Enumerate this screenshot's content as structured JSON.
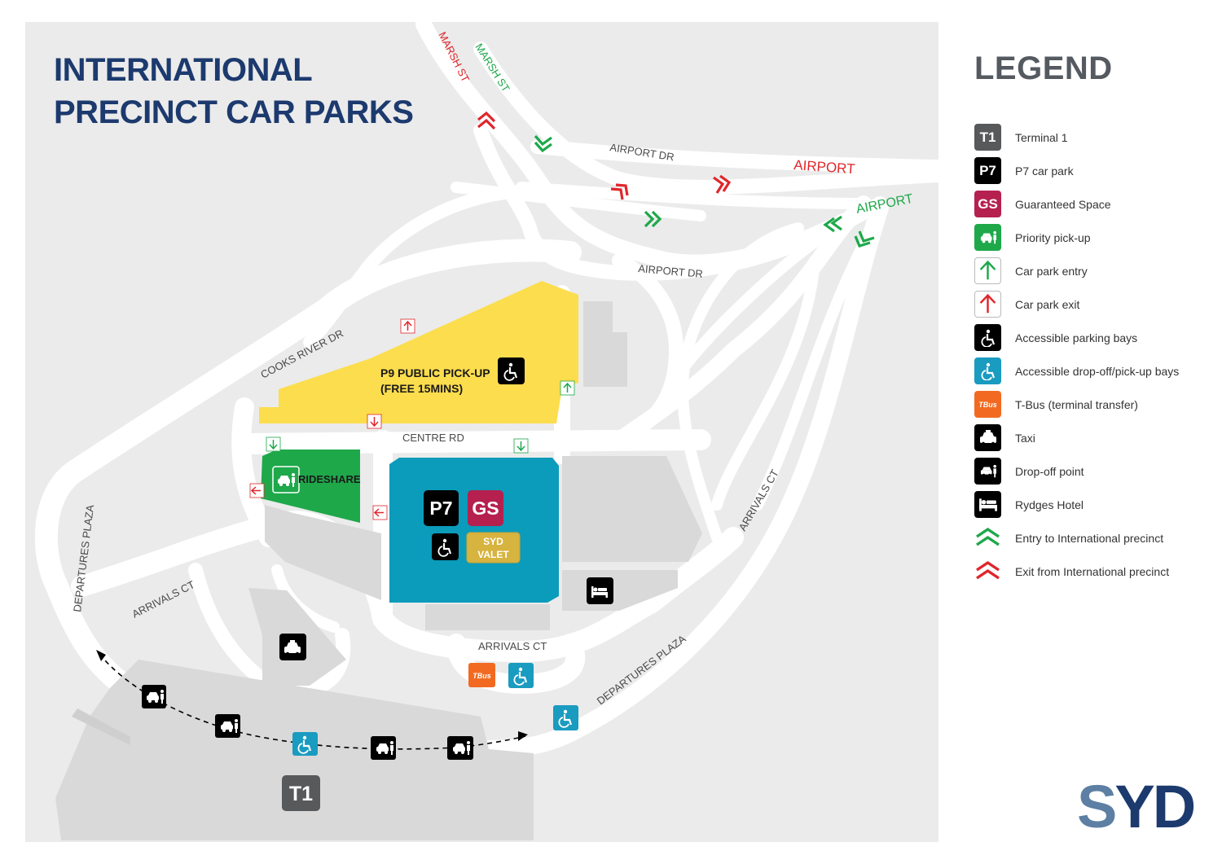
{
  "title": {
    "line1": "INTERNATIONAL",
    "line2": "PRECINCT CAR PARKS"
  },
  "legend": {
    "title": "LEGEND",
    "items": [
      {
        "icon": "t1-icon",
        "text": "T1",
        "label": "Terminal 1",
        "color": "#58595b"
      },
      {
        "icon": "p7-icon",
        "text": "P7",
        "label": "P7 car park",
        "color": "#000000"
      },
      {
        "icon": "gs-icon",
        "text": "GS",
        "label": "Guaranteed Space",
        "color": "#b5204f"
      },
      {
        "icon": "priority-pickup-icon",
        "text": "",
        "label": "Priority pick-up",
        "color": "#1ea84a"
      },
      {
        "icon": "entry-arrow-icon",
        "text": "",
        "label": "Car park entry",
        "color": "#1ea84a"
      },
      {
        "icon": "exit-arrow-icon",
        "text": "",
        "label": "Car park exit",
        "color": "#e0262b"
      },
      {
        "icon": "accessible-parking-icon",
        "text": "",
        "label": "Accessible parking bays",
        "color": "#000000"
      },
      {
        "icon": "accessible-dropoff-icon",
        "text": "",
        "label": "Accessible drop-off/pick-up bays",
        "color": "#1a9bc0"
      },
      {
        "icon": "tbus-icon",
        "text": "TBus",
        "label": "T-Bus (terminal transfer)",
        "color": "#f26a21"
      },
      {
        "icon": "taxi-icon",
        "text": "",
        "label": "Taxi",
        "color": "#000000"
      },
      {
        "icon": "dropoff-icon",
        "text": "",
        "label": "Drop-off point",
        "color": "#000000"
      },
      {
        "icon": "hotel-icon",
        "text": "",
        "label": "Rydges Hotel",
        "color": "#000000"
      },
      {
        "icon": "entry-chevron-icon",
        "text": "",
        "label": "Entry to International precinct",
        "color": "#1ea84a"
      },
      {
        "icon": "exit-chevron-icon",
        "text": "",
        "label": "Exit from International precinct",
        "color": "#e0262b"
      }
    ]
  },
  "map": {
    "roads": {
      "marsh_st_exit": "MARSH ST",
      "marsh_st_entry": "MARSH ST",
      "airport_dr_top": "AIRPORT DR",
      "airport_exit": "AIRPORT",
      "airport_entry": "AIRPORT",
      "airport_dr_lower": "AIRPORT DR",
      "cooks_river_dr": "COOKS RIVER DR",
      "centre_rd": "CENTRE RD",
      "departures_plaza_left": "DEPARTURES PLAZA",
      "arrivals_ct_left": "ARRIVALS CT",
      "arrivals_ct_bottom": "ARRIVALS CT",
      "arrivals_ct_right": "ARRIVALS CT",
      "departures_plaza_right": "DEPARTURES PLAZA"
    },
    "p9": {
      "line1": "P9 PUBLIC PICK-UP",
      "line2": "(FREE 15MINS)"
    },
    "rideshare": "RIDESHARE",
    "p7": "P7",
    "gs": "GS",
    "valet": {
      "line1": "SYD",
      "line2": "VALET"
    },
    "t1": "T1",
    "tbus": "TBus"
  },
  "colors": {
    "background": "#ebebeb",
    "road": "#ffffff",
    "building": "#d9d9d9",
    "p9": "#fcdd4d",
    "rideshare": "#1ea84a",
    "p7": "#0b9bbb",
    "valet": "#d7b33f",
    "title": "#1c3a6e"
  },
  "logo": {
    "s": "S",
    "yd": "YD"
  }
}
